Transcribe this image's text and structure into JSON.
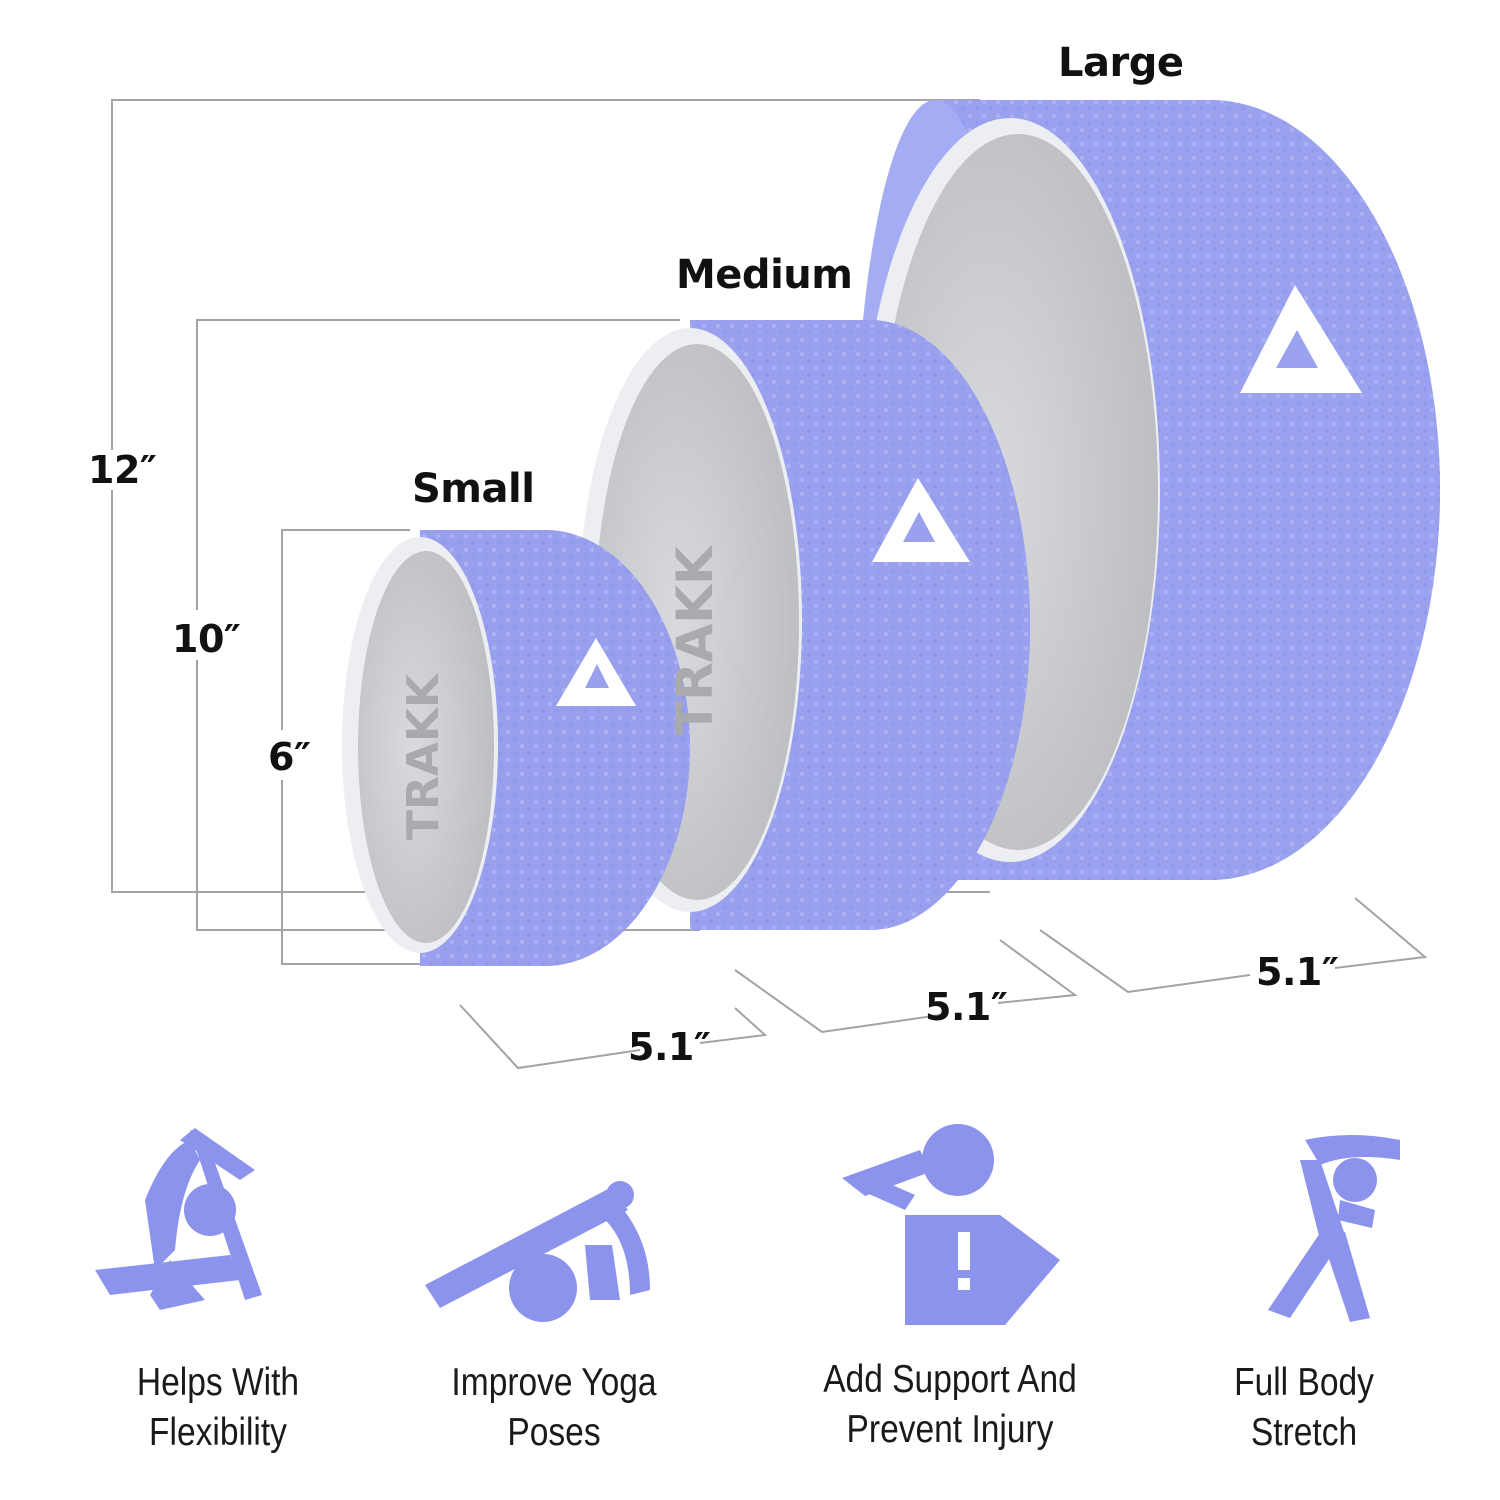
{
  "colors": {
    "band": "#9ea6f2",
    "band_dark": "#8c95ec",
    "inner": "#c9cacd",
    "inner_light": "#d8d9db",
    "rim": "#eef0f2",
    "icon": "#8b93ec",
    "dimension_line": "#9a9a9a",
    "text": "#111111"
  },
  "sizes": [
    {
      "name": "Small",
      "diameter": "6″",
      "width": "5.1″"
    },
    {
      "name": "Medium",
      "diameter": "10″",
      "width": "5.1″"
    },
    {
      "name": "Large",
      "diameter": "12″",
      "width": "5.1″"
    }
  ],
  "brand": {
    "inner_text": "TRAKK"
  },
  "benefits": [
    {
      "line1": "Helps With",
      "line2": "Flexibility",
      "icon": "yoga-backbend-icon"
    },
    {
      "line1": "Improve Yoga",
      "line2": "Poses",
      "icon": "yoga-wheel-pose-icon"
    },
    {
      "line1": "Add Support And",
      "line2": "Prevent Injury",
      "icon": "support-injury-icon"
    },
    {
      "line1": "Full Body",
      "line2": "Stretch",
      "icon": "side-stretch-icon"
    }
  ]
}
